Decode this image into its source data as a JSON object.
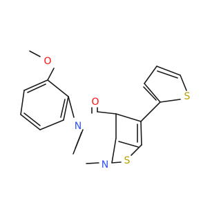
{
  "molecule": {
    "atoms": {
      "methoxy_oxygen": "O",
      "carbonyl_oxygen": "O",
      "pyrimidine_n3": "N",
      "pyrimidine_n1": "N",
      "thienopyrimidine_sulfur": "S",
      "thiophene_sulfur": "S"
    },
    "colors": {
      "carbon_bond": "#1a1a1a",
      "oxygen": "#ff0d0d",
      "nitrogen": "#3050f8",
      "sulfur": "#b8a000"
    }
  }
}
